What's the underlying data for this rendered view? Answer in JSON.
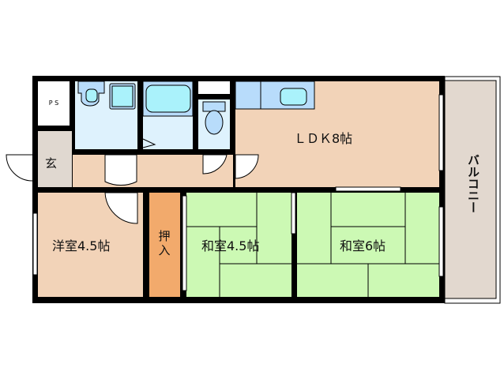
{
  "floorplan": {
    "rooms": [
      {
        "id": "ldk",
        "label": "ＬＤＫ8帖",
        "type": "living-dining-kitchen",
        "size_jo": 8
      },
      {
        "id": "western",
        "label": "洋室4.5帖",
        "type": "western-room",
        "size_jo": 4.5
      },
      {
        "id": "japanese-small",
        "label": "和室4.5帖",
        "type": "japanese-room",
        "size_jo": 4.5
      },
      {
        "id": "japanese-large",
        "label": "和室6帖",
        "type": "japanese-room",
        "size_jo": 6
      },
      {
        "id": "closet",
        "label": "押入",
        "type": "closet"
      },
      {
        "id": "entrance",
        "label": "玄",
        "type": "entrance"
      },
      {
        "id": "ps",
        "label": "ＰＳ",
        "type": "pipe-space"
      },
      {
        "id": "balcony",
        "label": "バルコニー",
        "type": "balcony"
      },
      {
        "id": "washroom",
        "label": "",
        "type": "washroom"
      },
      {
        "id": "bathroom",
        "label": "",
        "type": "bathroom"
      },
      {
        "id": "toilet",
        "label": "",
        "type": "toilet"
      }
    ],
    "colors": {
      "wall": "#000000",
      "wood_floor": "#f2d3b8",
      "tatami": "#ccf9b4",
      "closet": "#f2aa6c",
      "wet_area": "#def2fd",
      "fixture": "#b8dcfb",
      "fixture_water": "#aaf2fb",
      "entrance": "#e0d8d0",
      "balcony": "#e2d8cf"
    }
  }
}
